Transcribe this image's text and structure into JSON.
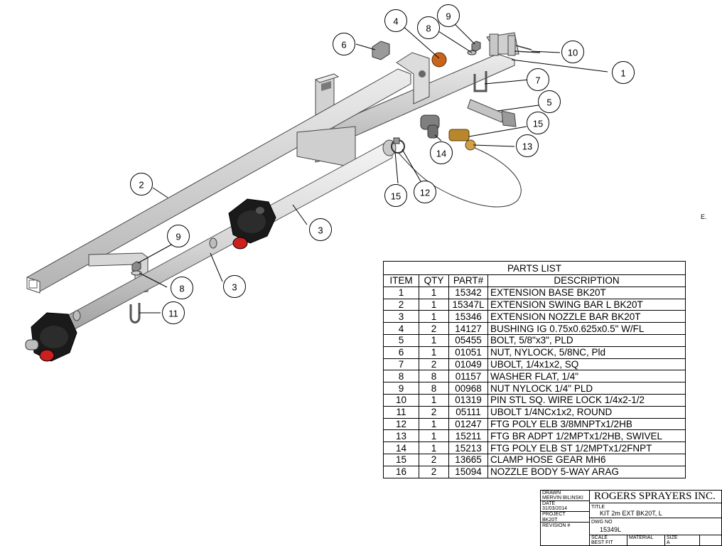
{
  "balloons": [
    {
      "label": "1"
    },
    {
      "label": "2"
    },
    {
      "label": "3"
    },
    {
      "label": "3"
    },
    {
      "label": "4"
    },
    {
      "label": "5"
    },
    {
      "label": "6"
    },
    {
      "label": "7"
    },
    {
      "label": "8"
    },
    {
      "label": "8"
    },
    {
      "label": "9"
    },
    {
      "label": "9"
    },
    {
      "label": "10"
    },
    {
      "label": "11"
    },
    {
      "label": "12"
    },
    {
      "label": "13"
    },
    {
      "label": "14"
    },
    {
      "label": "15"
    },
    {
      "label": "15"
    }
  ],
  "parts_list": {
    "title": "PARTS LIST",
    "headers": [
      "ITEM",
      "QTY",
      "PART#",
      "DESCRIPTION"
    ],
    "rows": [
      [
        "1",
        "1",
        "15342",
        "EXTENSION BASE BK20T"
      ],
      [
        "2",
        "1",
        "15347L",
        "EXTENSION SWING BAR L BK20T"
      ],
      [
        "3",
        "1",
        "15346",
        "EXTENSION NOZZLE BAR BK20T"
      ],
      [
        "4",
        "2",
        "14127",
        "BUSHING IG 0.75x0.625x0.5\" W/FL"
      ],
      [
        "5",
        "1",
        "05455",
        "BOLT, 5/8\"x3\", PLD"
      ],
      [
        "6",
        "1",
        "01051",
        "NUT, NYLOCK, 5/8NC, Pld"
      ],
      [
        "7",
        "2",
        "01049",
        "UBOLT, 1/4x1x2, SQ"
      ],
      [
        "8",
        "8",
        "01157",
        "WASHER FLAT, 1/4\""
      ],
      [
        "9",
        "8",
        "00968",
        "NUT NYLOCK 1/4\" PLD"
      ],
      [
        "10",
        "1",
        "01319",
        "PIN STL SQ. WIRE LOCK 1/4x2-1/2"
      ],
      [
        "11",
        "2",
        "05111",
        "UBOLT 1/4NCx1x2, ROUND"
      ],
      [
        "12",
        "1",
        "01247",
        "FTG POLY ELB 3/8MNPTx1/2HB"
      ],
      [
        "13",
        "1",
        "15211",
        "FTG BR ADPT 1/2MPTx1/2HB, SWIVEL"
      ],
      [
        "14",
        "1",
        "15213",
        "FTG POLY ELB ST 1/2MPTx1/2FNPT"
      ],
      [
        "15",
        "2",
        "13665",
        "CLAMP HOSE GEAR MH6"
      ],
      [
        "16",
        "2",
        "15094",
        "NOZZLE BODY 5-WAY ARAG"
      ]
    ]
  },
  "title_block": {
    "drawn_label": "DRAWN",
    "drawn_value": "MERVIN BILINSKI",
    "date_label": "DATE",
    "date_value": "31/03/2014",
    "project_label": "PROJECT",
    "project_value": "BK20T",
    "revision_label": "REVISION #",
    "company": "ROGERS SPRAYERS INC.",
    "title_label": "TITLE",
    "title_value": "KIT 2m EXT BK20T, L",
    "dwg_label": "DWG NO",
    "dwg_value": "15349L",
    "scale_label": "SCALE",
    "scale_value": "BEST FIT",
    "material_label": "MATERIAL",
    "size_label": "SIZE",
    "size_value": "A"
  },
  "stray_mark": "E.",
  "colors": {
    "steel_light": "#e4e4e4",
    "steel_mid": "#bdbdbd",
    "steel_dark": "#8a8a8a",
    "nozzle_black": "#1a1a1a",
    "nozzle_red": "#cc1f1f",
    "bushing_orange": "#c8641e",
    "brass": "#b8862b"
  }
}
